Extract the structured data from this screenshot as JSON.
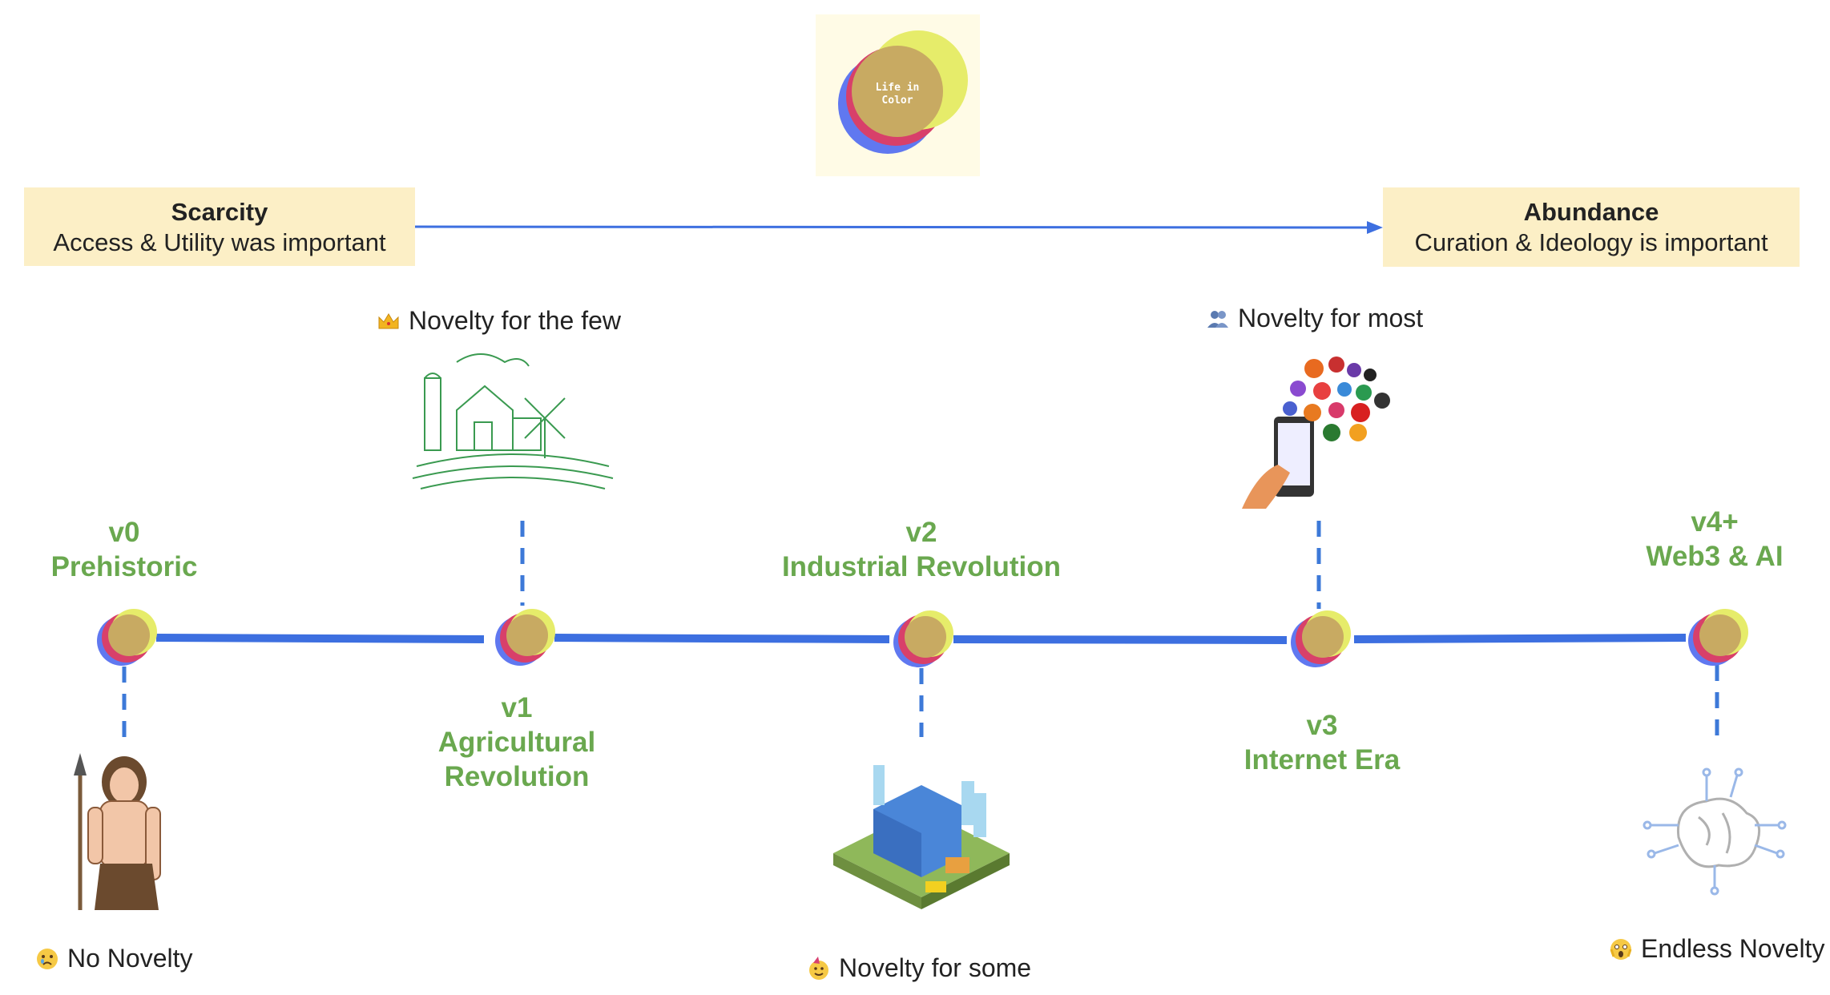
{
  "logo": {
    "text": "Life in Color"
  },
  "scarcity": {
    "title": "Scarcity",
    "subtitle": "Access & Utility was important"
  },
  "abundance": {
    "title": "Abundance",
    "subtitle": "Curation & Ideology is important"
  },
  "eras": [
    {
      "version": "v0",
      "name": "Prehistoric"
    },
    {
      "version": "v1",
      "name_line1": "Agricultural",
      "name_line2": "Revolution"
    },
    {
      "version": "v2",
      "name": "Industrial Revolution"
    },
    {
      "version": "v3",
      "name": "Internet Era"
    },
    {
      "version": "v4+",
      "name": "Web3 & AI"
    }
  ],
  "notes": [
    {
      "icon": "crying-face-icon",
      "text": "No Novelty"
    },
    {
      "icon": "crown-icon",
      "text": "Novelty for the few"
    },
    {
      "icon": "party-face-icon",
      "text": "Novelty for some"
    },
    {
      "icon": "people-icon",
      "text": "Novelty for most"
    },
    {
      "icon": "screaming-face-icon",
      "text": "Endless Novelty"
    }
  ],
  "colors": {
    "timeline_blue": "#3d6fe0",
    "era_green": "#6aa84f",
    "box_fill": "#fcefc6",
    "circle_blue": "#6078f0",
    "circle_red": "#d8406a",
    "circle_yellow": "#e6ec6a",
    "circle_gold": "#c8aa62"
  }
}
